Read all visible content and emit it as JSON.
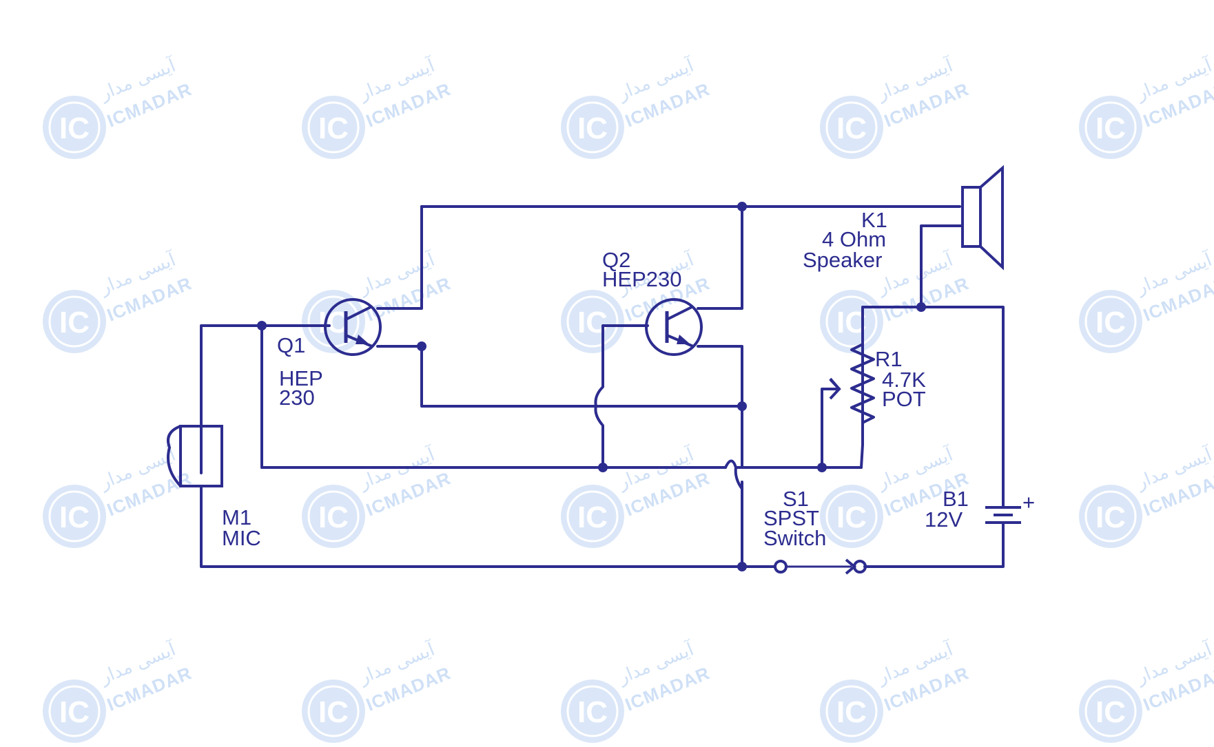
{
  "watermark": {
    "persian_text": "آیسی مدار",
    "latin_text": "ICMADAR",
    "logo_text": "IC",
    "color": "#cfe0f6"
  },
  "circuit": {
    "wire_color": "#2c2c8f",
    "components": {
      "q1": {
        "designator": "Q1",
        "part_line1": "HEP",
        "part_line2": "230"
      },
      "q2": {
        "designator": "Q2",
        "part": "HEP230"
      },
      "k1": {
        "designator": "K1",
        "value": "4 Ohm",
        "type": "Speaker"
      },
      "r1": {
        "designator": "R1",
        "value": "4.7K",
        "type": "POT"
      },
      "m1": {
        "designator": "M1",
        "type": "MIC"
      },
      "s1": {
        "designator": "S1",
        "value": "SPST",
        "type": "Switch"
      },
      "b1": {
        "designator": "B1",
        "value": "12V",
        "polarity": "+"
      }
    }
  }
}
